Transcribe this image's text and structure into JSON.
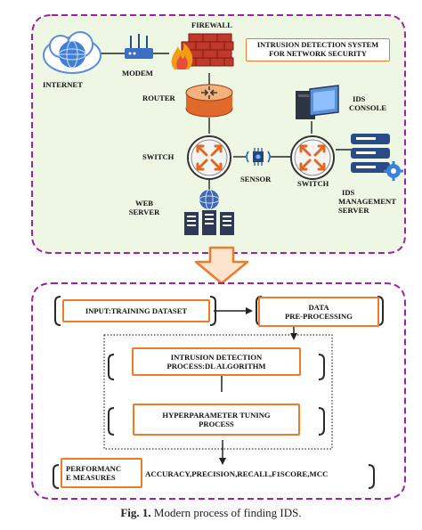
{
  "top_panel": {
    "title_line1": "INTRUSION DETECTION SYSTEM",
    "title_line2": "FOR NETWORK SECURITY",
    "nodes": {
      "internet": "INTERNET",
      "modem": "MODEM",
      "firewall": "FIREWALL",
      "router": "ROUTER",
      "switch_left": "SWITCH",
      "sensor": "SENSOR",
      "switch_right": "SWITCH",
      "web_server_line1": "WEB",
      "web_server_line2": "SERVER",
      "ids_console_line1": "IDS",
      "ids_console_line2": "CONSOLE",
      "ids_mgmt_line1": "IDS",
      "ids_mgmt_line2": "MANAGEMENT",
      "ids_mgmt_line3": "SERVER"
    }
  },
  "bottom_panel": {
    "input": "INPUT:TRAINING DATASET",
    "preprocess_line1": "DATA",
    "preprocess_line2": "PRE-PROCESSING",
    "detection_line1": "INTRUSION DETECTION",
    "detection_line2": "PROCESS:DL ALGORITHM",
    "tuning_line1": "HYPERPARAMETER TUNING",
    "tuning_line2": "PROCESS",
    "performance_line1": "PERFORMANC",
    "performance_line2": "E MEASURES",
    "metrics": "ACCURACY,PRECISION,RECALL,F1SCORE,MCC"
  },
  "caption": {
    "label": "Fig. 1.",
    "text": "Modern process of finding IDS."
  },
  "colors": {
    "panel_border": "#a21fa8",
    "panel_fill": "#eef7e4",
    "accent_orange": "#ee7b2a",
    "arrow_fill": "#fbe5cf"
  }
}
